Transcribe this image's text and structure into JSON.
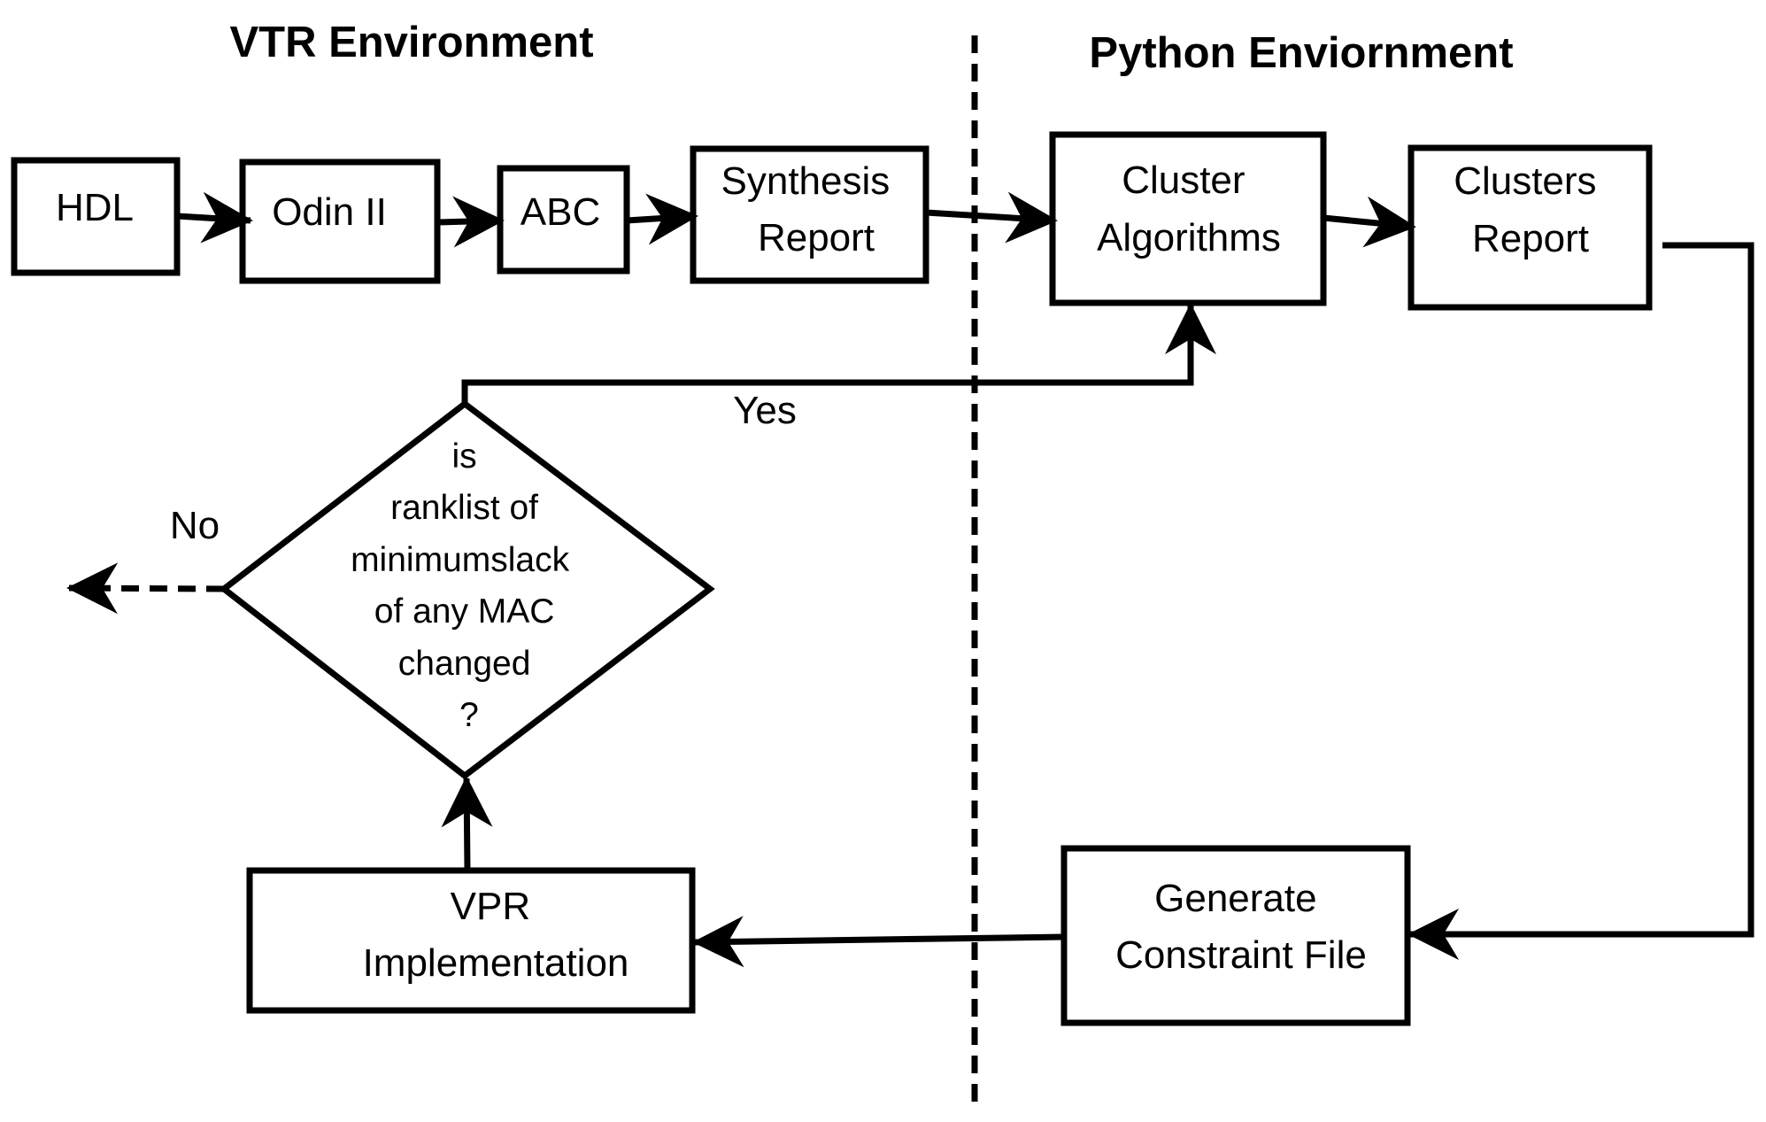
{
  "sections": {
    "left_title": "VTR Environment",
    "right_title": "Python Enviornment"
  },
  "nodes": {
    "hdl": {
      "lines": [
        "HDL"
      ]
    },
    "odin": {
      "lines": [
        "Odin II"
      ]
    },
    "abc": {
      "lines": [
        "ABC"
      ]
    },
    "synthesis": {
      "lines": [
        "Synthesis",
        "Report"
      ]
    },
    "cluster_alg": {
      "lines": [
        "Cluster",
        "Algorithms"
      ]
    },
    "clusters_report": {
      "lines": [
        "Clusters",
        "Report"
      ]
    },
    "constraint": {
      "lines": [
        "Generate",
        "Constraint File"
      ]
    },
    "vpr": {
      "lines": [
        "VPR",
        "Implementation"
      ]
    },
    "decision": {
      "lines": [
        "is",
        "ranklist of",
        "minimumslack",
        "of any MAC",
        "changed",
        "?"
      ]
    }
  },
  "edges": {
    "yes_label": "Yes",
    "no_label": "No"
  },
  "colors": {
    "stroke": "#000000",
    "background": "#ffffff"
  }
}
